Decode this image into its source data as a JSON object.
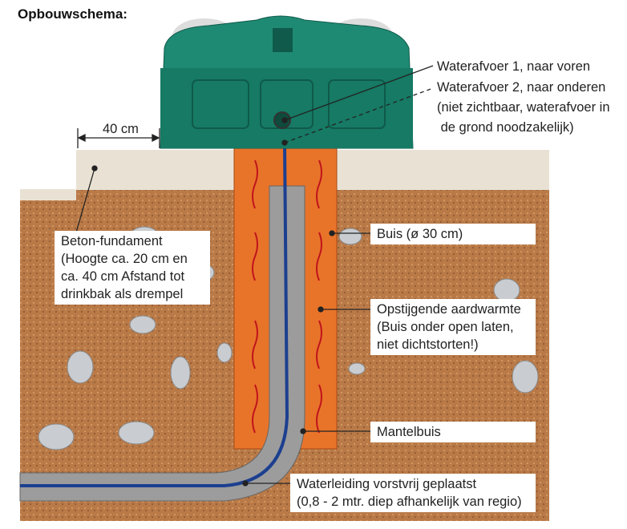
{
  "title": "Opbouwschema:",
  "dimension": "40 cm",
  "labels": {
    "afvoer1": "Waterafvoer 1, naar voren",
    "afvoer2": "Waterafvoer 2, naar onderen",
    "afvoer2_note1": "(niet zichtbaar, waterafvoer in",
    "afvoer2_note2": " de grond noodzakelijk)",
    "beton1": "Beton-fundament",
    "beton2": "(Hoogte ca. 20 cm en",
    "beton3": "ca. 40 cm Afstand tot",
    "beton4": "drinkbak als drempel",
    "buis": "Buis (ø 30 cm)",
    "warmte1": "Opstijgende aardwarmte",
    "warmte2": "(Buis onder open laten,",
    "warmte3": "niet dichtstorten!)",
    "mantel": "Mantelbuis",
    "leiding1": "Waterleiding vorstvrij geplaatst",
    "leiding2": "(0,8 - 2 mtr. diep afhankelijk van regio)"
  },
  "colors": {
    "trough": "#1f8a73",
    "soil": "#b97a48",
    "concrete": "#e9e2d4",
    "pipe": "#e8742a",
    "mantle": "#9c9c9c",
    "water": "#1c3f8f"
  }
}
